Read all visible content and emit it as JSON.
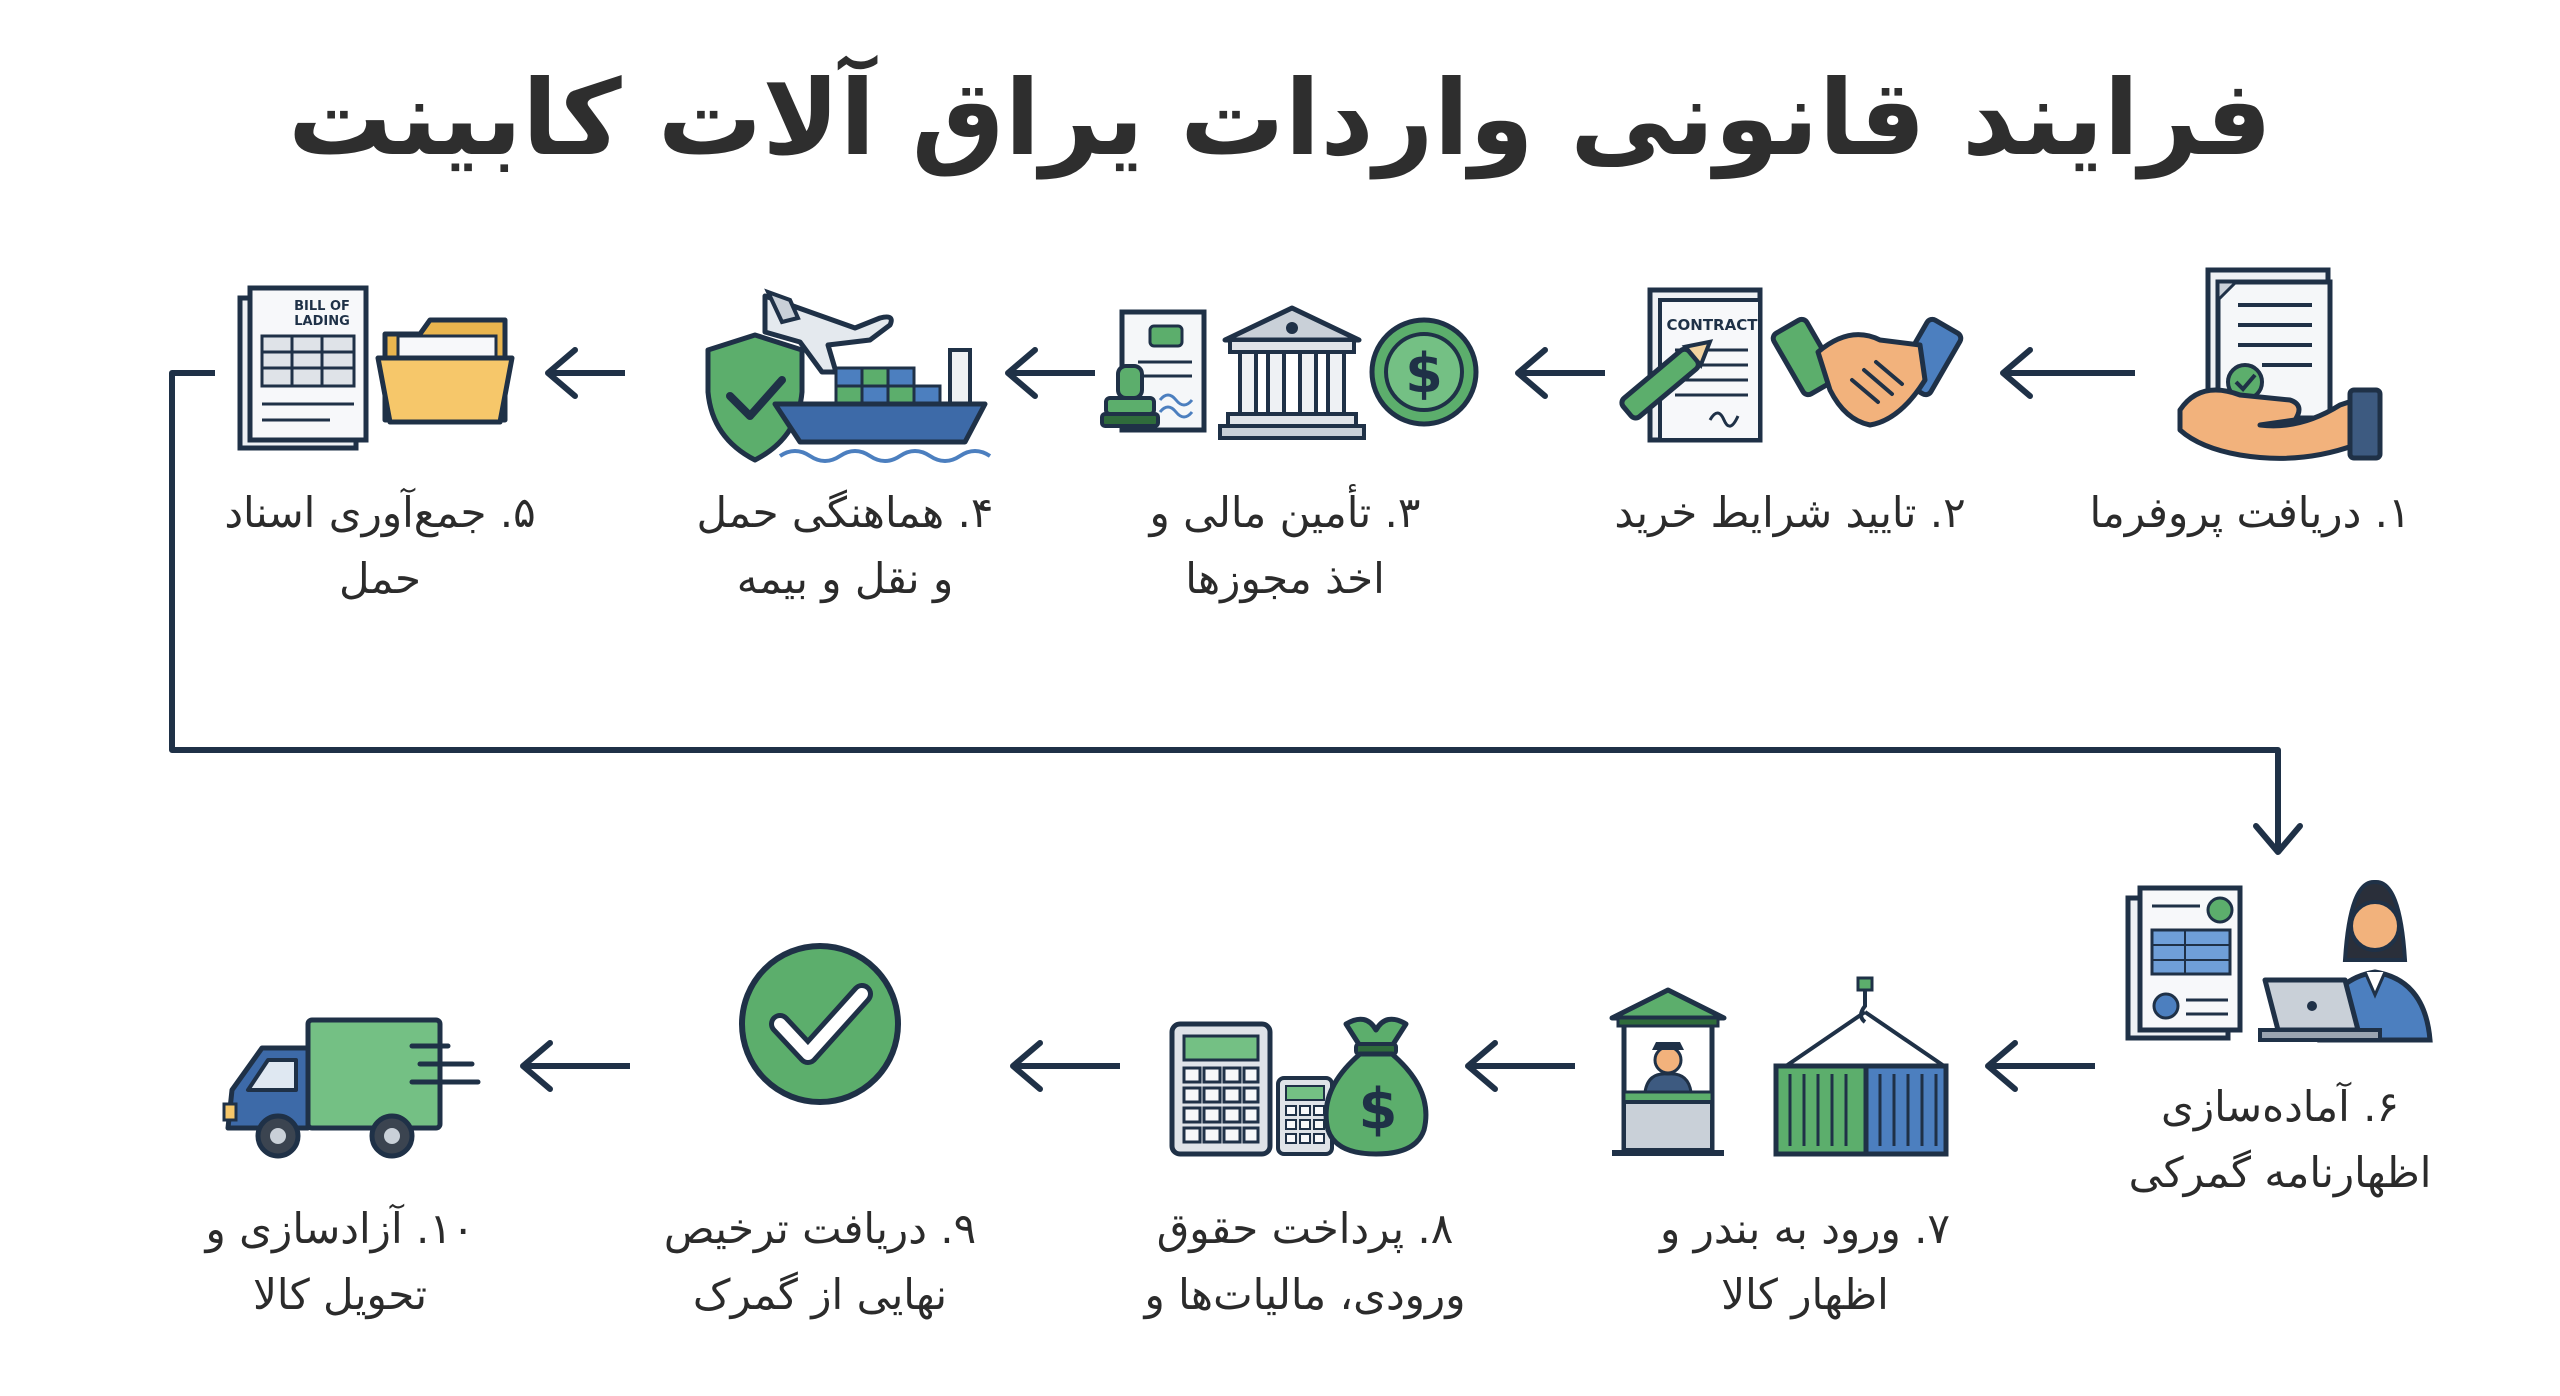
{
  "title": "فرایند قانونی واردات یراق آلات کابینت",
  "steps": [
    {
      "line1": "۱. دریافت پروفرما",
      "line2": "",
      "icons": [
        "document-icon",
        "hand-icon"
      ]
    },
    {
      "line1": "۲. تایید شرایط خرید",
      "line2": "",
      "icons": [
        "contract-icon",
        "handshake-icon"
      ],
      "contract_text": "CONTRACT"
    },
    {
      "line1": "۳. تأمین مالی و",
      "line2": "اخذ مجوزها",
      "icons": [
        "license-stamp-icon",
        "bank-icon",
        "dollar-coin-icon"
      ]
    },
    {
      "line1": "۴. هماهنگی حمل",
      "line2": "و نقل و بیمه",
      "icons": [
        "shield-check-icon",
        "airplane-icon",
        "cargo-ship-icon"
      ]
    },
    {
      "line1": "۵. جمع‌آوری اسناد",
      "line2": "حمل",
      "icons": [
        "bill-of-lading-icon",
        "folder-icon"
      ],
      "doc_text_1": "BILL OF",
      "doc_text_2": "LADING"
    },
    {
      "line1": "۶. آماده‌سازی",
      "line2": "اظهارنامه گمرکی",
      "icons": [
        "declaration-form-icon",
        "officer-laptop-icon"
      ]
    },
    {
      "line1": "۷. ورود به بندر و",
      "line2": "اظهار کالا",
      "icons": [
        "customs-booth-icon",
        "container-crane-icon"
      ]
    },
    {
      "line1": "۸. پرداخت حقوق",
      "line2": "ورودی، مالیات‌ها و",
      "icons": [
        "calculator-icon",
        "money-bag-icon"
      ]
    },
    {
      "line1": "۹. دریافت ترخیص",
      "line2": "نهایی از گمرک",
      "icons": [
        "check-circle-icon"
      ]
    },
    {
      "line1": "۱۰. آزادسازی و",
      "line2": "تحویل کالا",
      "icons": [
        "delivery-truck-icon"
      ]
    }
  ],
  "colors": {
    "navy": "#1f3147",
    "green": "#5cae6c",
    "dark_green": "#2f6b3b",
    "blue": "#4c7fbf",
    "skin": "#f2b27c",
    "folder": "#f6c76a",
    "gray": "#dfe3e8"
  }
}
